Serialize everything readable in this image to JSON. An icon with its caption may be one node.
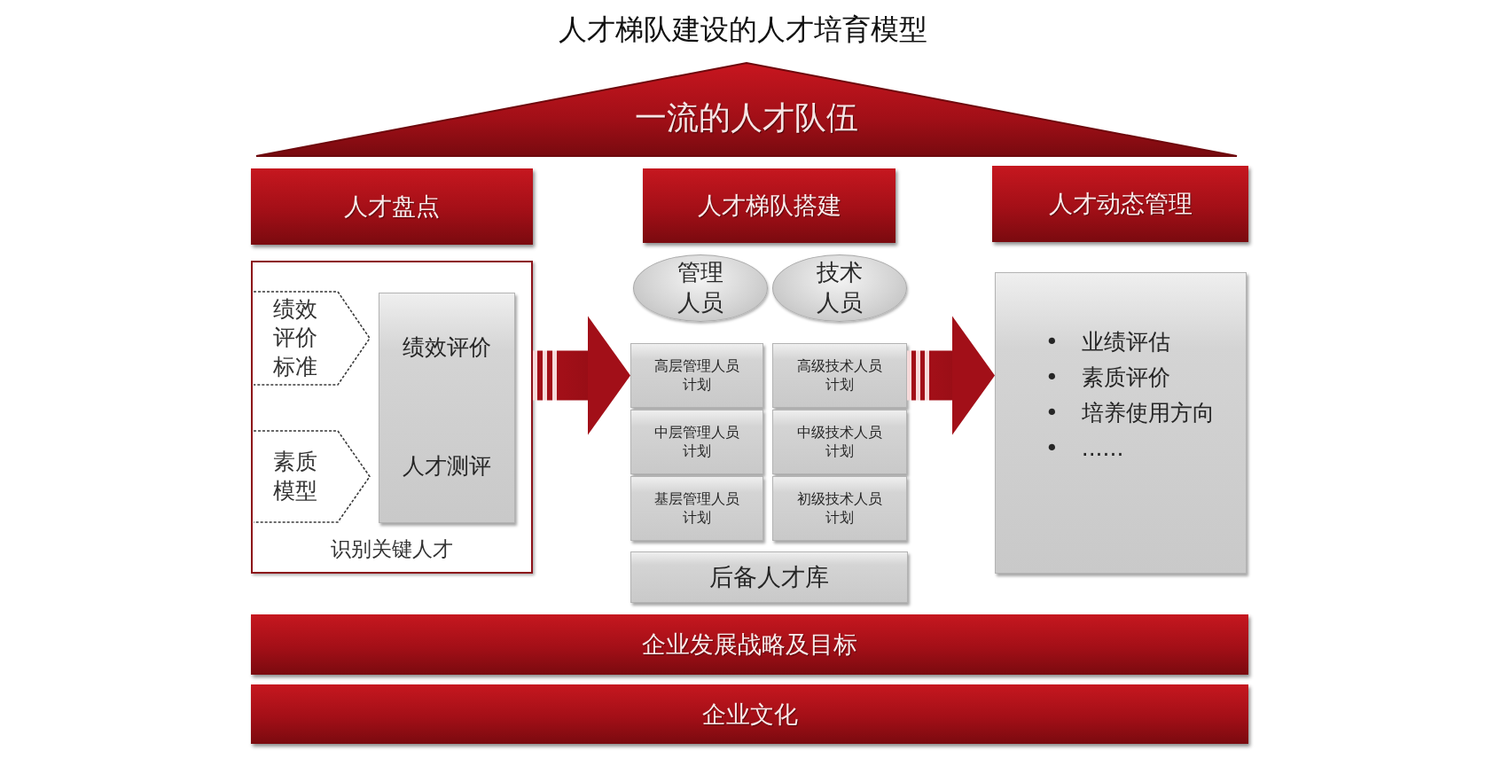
{
  "diagram": {
    "title": "人才梯队建设的人才培育模型",
    "nodes": [
      {
        "text": [
          "一流的人才队伍"
        ]
      },
      {
        "text": [
          "人才盘点"
        ]
      },
      {
        "text": [
          "人才梯队搭建"
        ]
      },
      {
        "text": [
          "人才动态管理"
        ]
      },
      {
        "text": [
          "识别关键人才"
        ]
      },
      {
        "text": [
          "绩效评价标准"
        ],
        "in": 4
      },
      {
        "text": [
          "素质模型"
        ],
        "in": 4
      },
      {
        "text": [
          "绩效评价",
          "人才测评"
        ],
        "in": 4
      },
      {
        "text": [
          "管理人员"
        ]
      },
      {
        "text": [
          "技术人员"
        ]
      },
      {
        "text": [
          "高层管理人员计划"
        ]
      },
      {
        "text": [
          "高级技术人员计划"
        ]
      },
      {
        "text": [
          "中层管理人员计划"
        ]
      },
      {
        "text": [
          "中级技术人员计划"
        ]
      },
      {
        "text": [
          "基层管理人员计划"
        ]
      },
      {
        "text": [
          "初级技术人员计划"
        ]
      },
      {
        "text": [
          "后备人才库"
        ]
      },
      {
        "text": [
          "• 业绩评估",
          "• 素质评价",
          "• 培养使用方向",
          "• ......"
        ]
      },
      {
        "text": [
          "企业发展战略及目标"
        ]
      },
      {
        "text": [
          "企业文化"
        ]
      }
    ],
    "edges": [
      {
        "from": 4,
        "to": 10,
        "arrow": "to"
      },
      {
        "from": 11,
        "to": 17,
        "arrow": "to"
      }
    ]
  }
}
